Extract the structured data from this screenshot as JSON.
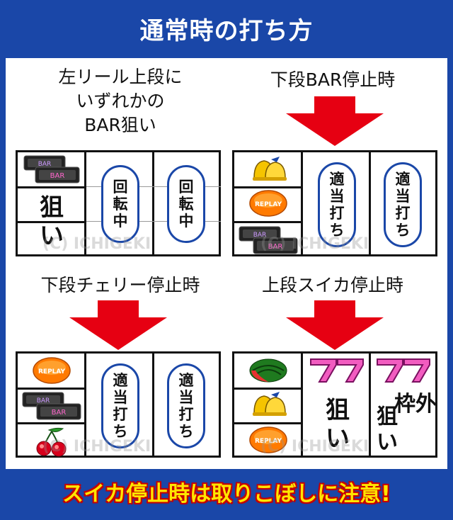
{
  "title": "通常時の打ち方",
  "footer": "スイカ停止時は取りこぼしに注意!",
  "watermark": "(C) ICHIGEKI",
  "panels": {
    "top_left": {
      "caption_lines": [
        "左リール上段に",
        "いずれかの",
        "BAR狙い"
      ],
      "left_text": [
        "狙",
        "い"
      ],
      "reel2": [
        "回",
        "転",
        "中"
      ],
      "reel3": [
        "回",
        "転",
        "中"
      ]
    },
    "top_right": {
      "caption": "下段BAR停止時",
      "reel2": [
        "適",
        "当",
        "打",
        "ち"
      ],
      "reel3": [
        "適",
        "当",
        "打",
        "ち"
      ],
      "replay_label": "REPLAY"
    },
    "bottom_left": {
      "caption": "下段チェリー停止時",
      "reel2": [
        "適",
        "当",
        "打",
        "ち"
      ],
      "reel3": [
        "適",
        "当",
        "打",
        "ち"
      ],
      "replay_label": "REPLAY"
    },
    "bottom_right": {
      "caption": "上段スイカ停止時",
      "reel2_text": [
        "狙",
        "い"
      ],
      "reel3_text_top": "枠外",
      "reel3_text": [
        "狙",
        "い"
      ],
      "replay_label": "REPLAY"
    }
  },
  "colors": {
    "frame": "#1a47a8",
    "arrow": "#e60012",
    "footer_text": "#ffe600",
    "pill_border": "#1a47a8"
  }
}
